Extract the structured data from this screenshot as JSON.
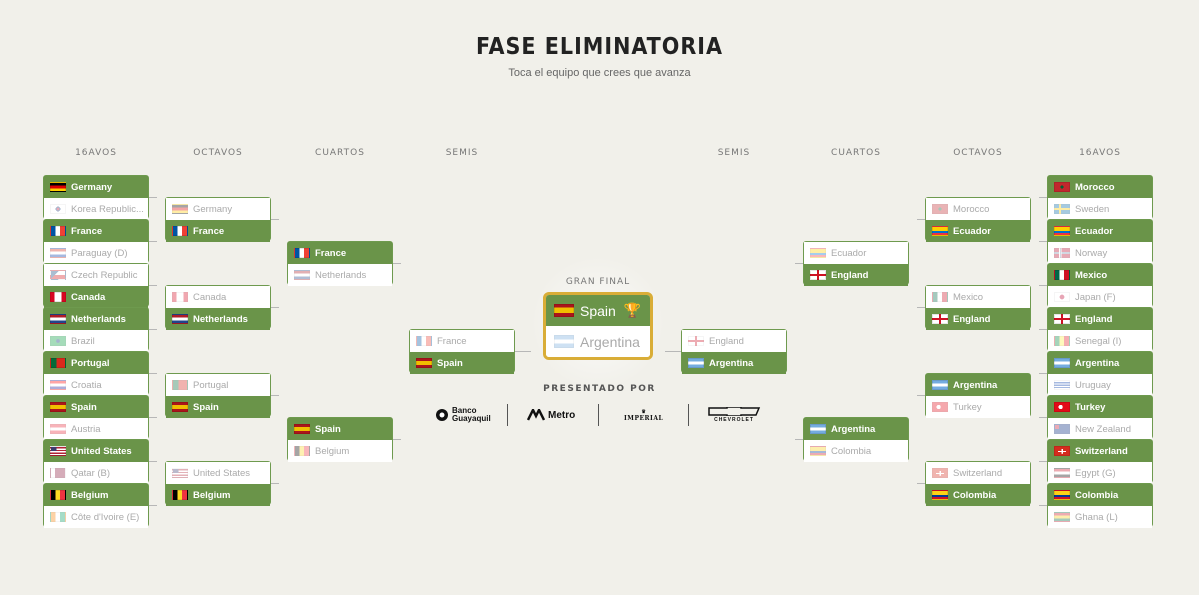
{
  "header": {
    "title": "FASE ELIMINATORIA",
    "subtitle": "Toca el equipo que crees que avanza"
  },
  "rounds": {
    "left": [
      "16AVOS",
      "OCTAVOS",
      "CUARTOS",
      "SEMIS"
    ],
    "right": [
      "SEMIS",
      "CUARTOS",
      "OCTAVOS",
      "16AVOS"
    ]
  },
  "final": {
    "label": "GRAN FINAL",
    "winner": "Spain",
    "runner_up": "Argentina",
    "winner_flag": "flag-es",
    "runner_up_flag": "flag-ar",
    "trophy_icon": "trophy-icon"
  },
  "sponsors": {
    "label": "PRESENTADO POR",
    "items": [
      "Banco Guayaquil",
      "Metro",
      "IMPERIAL",
      "CHEVROLET"
    ]
  },
  "colors": {
    "winner_bg": "#6a9449",
    "border": "#6e9a4e",
    "final_border": "#d9ad37",
    "background": "#f1f0ea"
  },
  "matches": {
    "l16": [
      [
        {
          "name": "Germany",
          "flag": "de",
          "win": true
        },
        {
          "name": "Korea Republic...",
          "flag": "kr",
          "win": false
        }
      ],
      [
        {
          "name": "France",
          "flag": "fr",
          "win": true
        },
        {
          "name": "Paraguay (D)",
          "flag": "py",
          "win": false
        }
      ],
      [
        {
          "name": "Czech Republic",
          "flag": "cz",
          "win": false
        },
        {
          "name": "Canada",
          "flag": "ca",
          "win": true
        }
      ],
      [
        {
          "name": "Netherlands",
          "flag": "nl",
          "win": true
        },
        {
          "name": "Brazil",
          "flag": "br",
          "win": false
        }
      ],
      [
        {
          "name": "Portugal",
          "flag": "pt",
          "win": true
        },
        {
          "name": "Croatia",
          "flag": "hr",
          "win": false
        }
      ],
      [
        {
          "name": "Spain",
          "flag": "es",
          "win": true
        },
        {
          "name": "Austria",
          "flag": "at",
          "win": false
        }
      ],
      [
        {
          "name": "United States",
          "flag": "us",
          "win": true
        },
        {
          "name": "Qatar (B)",
          "flag": "qa",
          "win": false
        }
      ],
      [
        {
          "name": "Belgium",
          "flag": "be",
          "win": true
        },
        {
          "name": "Côte d'Ivoire (E)",
          "flag": "ci",
          "win": false
        }
      ]
    ],
    "l8": [
      [
        {
          "name": "Germany",
          "flag": "de",
          "win": false
        },
        {
          "name": "France",
          "flag": "fr",
          "win": true
        }
      ],
      [
        {
          "name": "Canada",
          "flag": "ca",
          "win": false
        },
        {
          "name": "Netherlands",
          "flag": "nl",
          "win": true
        }
      ],
      [
        {
          "name": "Portugal",
          "flag": "pt",
          "win": false
        },
        {
          "name": "Spain",
          "flag": "es",
          "win": true
        }
      ],
      [
        {
          "name": "United States",
          "flag": "us",
          "win": false
        },
        {
          "name": "Belgium",
          "flag": "be",
          "win": true
        }
      ]
    ],
    "l4": [
      [
        {
          "name": "France",
          "flag": "fr",
          "win": true
        },
        {
          "name": "Netherlands",
          "flag": "nl",
          "win": false
        }
      ],
      [
        {
          "name": "Spain",
          "flag": "es",
          "win": true
        },
        {
          "name": "Belgium",
          "flag": "be",
          "win": false
        }
      ]
    ],
    "l2": [
      [
        {
          "name": "France",
          "flag": "fr",
          "win": false
        },
        {
          "name": "Spain",
          "flag": "es",
          "win": true
        }
      ]
    ],
    "r2": [
      [
        {
          "name": "England",
          "flag": "en",
          "win": false
        },
        {
          "name": "Argentina",
          "flag": "ar",
          "win": true
        }
      ]
    ],
    "r4": [
      [
        {
          "name": "Ecuador",
          "flag": "ec",
          "win": false
        },
        {
          "name": "England",
          "flag": "en",
          "win": true
        }
      ],
      [
        {
          "name": "Argentina",
          "flag": "ar",
          "win": true
        },
        {
          "name": "Colombia",
          "flag": "co",
          "win": false
        }
      ]
    ],
    "r8": [
      [
        {
          "name": "Morocco",
          "flag": "ma",
          "win": false
        },
        {
          "name": "Ecuador",
          "flag": "ec",
          "win": true
        }
      ],
      [
        {
          "name": "Mexico",
          "flag": "mx",
          "win": false
        },
        {
          "name": "England",
          "flag": "en",
          "win": true
        }
      ],
      [
        {
          "name": "Argentina",
          "flag": "ar",
          "win": true
        },
        {
          "name": "Turkey",
          "flag": "tr",
          "win": false
        }
      ],
      [
        {
          "name": "Switzerland",
          "flag": "ch",
          "win": false
        },
        {
          "name": "Colombia",
          "flag": "co",
          "win": true
        }
      ]
    ],
    "r16": [
      [
        {
          "name": "Morocco",
          "flag": "ma",
          "win": true
        },
        {
          "name": "Sweden",
          "flag": "se",
          "win": false
        }
      ],
      [
        {
          "name": "Ecuador",
          "flag": "ec",
          "win": true
        },
        {
          "name": "Norway",
          "flag": "no",
          "win": false
        }
      ],
      [
        {
          "name": "Mexico",
          "flag": "mx",
          "win": true
        },
        {
          "name": "Japan (F)",
          "flag": "jp",
          "win": false
        }
      ],
      [
        {
          "name": "England",
          "flag": "en",
          "win": true
        },
        {
          "name": "Senegal (I)",
          "flag": "sn",
          "win": false
        }
      ],
      [
        {
          "name": "Argentina",
          "flag": "ar",
          "win": true
        },
        {
          "name": "Uruguay",
          "flag": "uy",
          "win": false
        }
      ],
      [
        {
          "name": "Turkey",
          "flag": "tr",
          "win": true
        },
        {
          "name": "New Zealand",
          "flag": "nz",
          "win": false
        }
      ],
      [
        {
          "name": "Switzerland",
          "flag": "ch",
          "win": true
        },
        {
          "name": "Egypt (G)",
          "flag": "eg",
          "win": false
        }
      ],
      [
        {
          "name": "Colombia",
          "flag": "co",
          "win": true
        },
        {
          "name": "Ghana (L)",
          "flag": "gh",
          "win": false
        }
      ]
    ]
  }
}
